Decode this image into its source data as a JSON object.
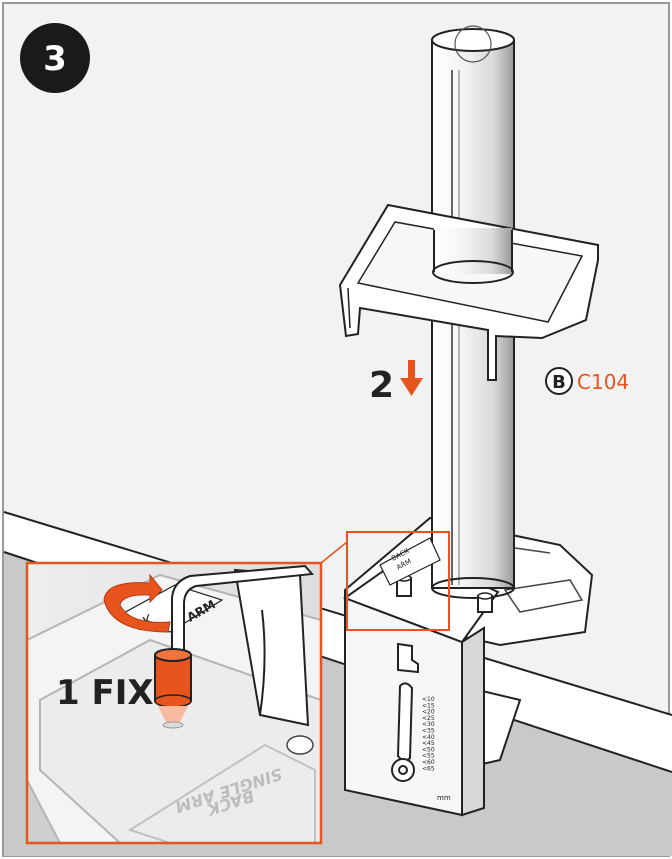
{
  "step": {
    "number": "3"
  },
  "callout_step2": {
    "number": "2"
  },
  "part_ref": {
    "letter": "B",
    "code": "C104"
  },
  "label_back_single_arm": {
    "line1": "BACK",
    "line2": "SINGLE ARM"
  },
  "label_fix": {
    "text": "1 FIX"
  },
  "label_clamp_partial": {
    "text1": "CK",
    "text2": "ARM"
  },
  "clamp_slot_small": {
    "line1": "BACK",
    "line2": "ARM"
  },
  "scale": {
    "ticks": [
      "<10",
      "<15",
      "<20",
      "<25",
      "<30",
      "<35",
      "<40",
      "<45",
      "<50",
      "<55",
      "<60",
      "<65"
    ],
    "unit": "mm"
  },
  "colors": {
    "accent": "#e8541e",
    "outline": "#222222",
    "desk": "#c9c9c9",
    "background": "#f2f2f2"
  }
}
